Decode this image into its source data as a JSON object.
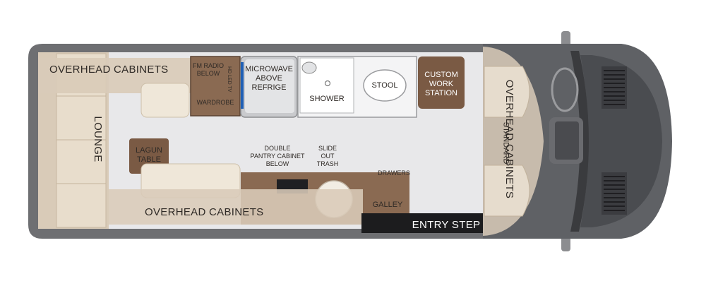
{
  "labels": {
    "overhead_top": "OVERHEAD CABINETS",
    "overhead_bottom": "OVERHEAD CABINETS",
    "overhead_front_1": "OVERHEAD CABINETS",
    "overhead_front_2": "STANDARD",
    "lounge": "LOUNGE",
    "fm_radio": [
      "FM RADIO",
      "BELOW"
    ],
    "hd_led_tv": "HD LED TV",
    "wardrobe": "WARDROBE",
    "microwave": [
      "MICROWAVE",
      "ABOVE",
      "REFRIGE"
    ],
    "shower": "SHOWER",
    "stool": "STOOL",
    "custom_work_station": [
      "CUSTOM",
      "WORK",
      "STATION"
    ],
    "lagun_table": [
      "LAGUN",
      "TABLE"
    ],
    "pantry": [
      "DOUBLE",
      "PANTRY CABINET",
      "BELOW"
    ],
    "slide_out_trash": [
      "SLIDE",
      "OUT",
      "TRASH"
    ],
    "drawers": "DRAWERS",
    "galley": "GALLEY",
    "entry_step": "ENTRY STEP"
  },
  "colors": {
    "body_outer": "#6e6f72",
    "floor": "#e8e8ea",
    "cabinet_tan": "#d9cbb8",
    "cushion": "#efe7d9",
    "wood_dark": "#7a5a44",
    "wood_mid": "#8a6a52",
    "cab_gray": "#5e6064",
    "step_black": "#1c1c1e"
  }
}
